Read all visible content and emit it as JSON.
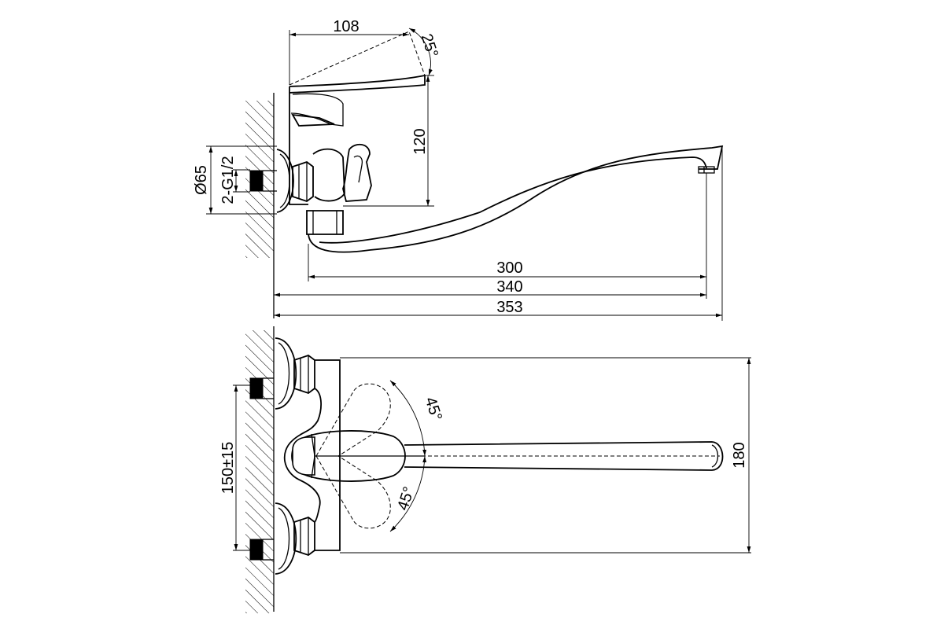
{
  "dimensions": {
    "side_view": {
      "handle_length": "108",
      "handle_tilt_angle": "25°",
      "body_height": "120",
      "escutcheon_diameter": "Ø65",
      "inlet_thread": "2-G1/2",
      "spout_reach": "300",
      "spout_length": "340",
      "overall_length": "353"
    },
    "top_view": {
      "inlet_spacing": "150±15",
      "rotation_angle_upper": "45°",
      "rotation_angle_lower": "45°",
      "body_depth": "180"
    }
  },
  "colors": {
    "line": "#000000",
    "background": "#ffffff"
  }
}
